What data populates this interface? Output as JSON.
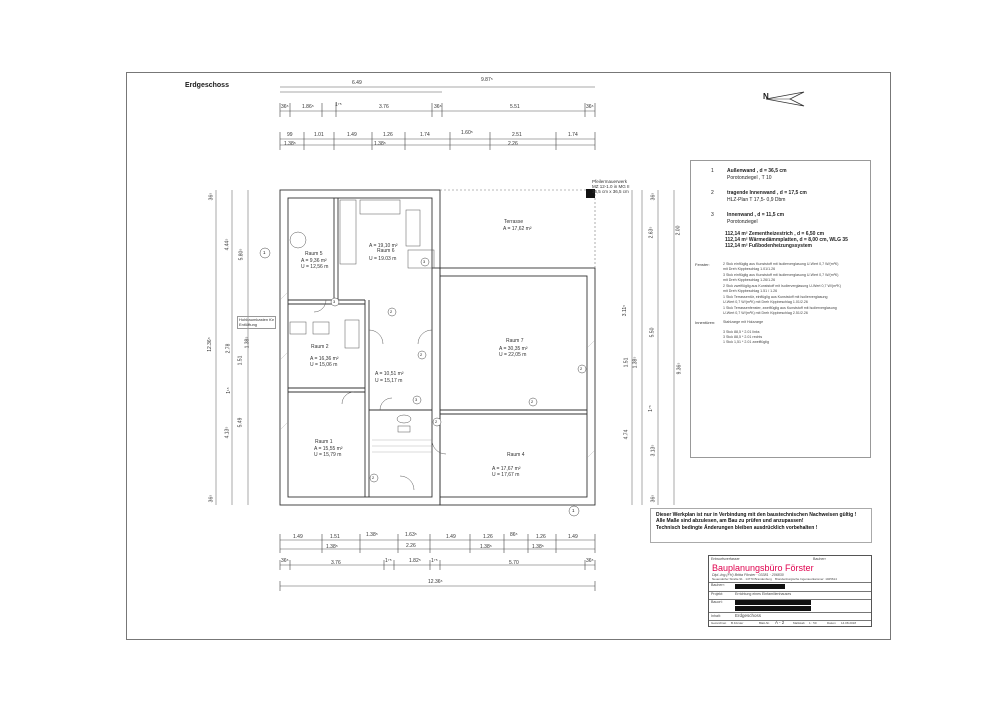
{
  "drawing": {
    "title": "Erdgeschoss",
    "north_symbol": "N"
  },
  "dimensions": {
    "top_total_1": "6.49",
    "top_total_2": "9.87⁵",
    "top_row2": [
      "36⁵",
      "1.86⁵",
      "1⁷⁵",
      "3.76",
      "36⁵",
      "5.51",
      "36⁵"
    ],
    "top_row3": [
      "99",
      "1.01",
      "1.49",
      "1.26",
      "1.74",
      "1.60⁵",
      "2.51",
      "1.74"
    ],
    "top_row4": [
      "1.38⁵",
      "1.38⁵",
      "2.26"
    ],
    "bottom_row1": [
      "1.49",
      "1.51",
      "1.38⁵",
      "1.63⁵",
      "1.49",
      "1.26",
      "86⁵",
      "1.26",
      "1.49"
    ],
    "bottom_row1b": [
      "1.38⁵",
      "2.26",
      "1.38⁵",
      "1.38⁵"
    ],
    "bottom_row2": [
      "36⁵",
      "3.76",
      "1⁷⁵",
      "1.82⁵",
      "1⁷⁵",
      "5.70",
      "36⁵"
    ],
    "bottom_total": "12.36⁵",
    "left_outer": [
      "36⁵",
      "4.44⁵",
      "5.80⁵",
      "12.36⁵",
      "2.78",
      "1.38⁵",
      "1.51",
      "1¹⁵",
      "4.13⁵",
      "5.49",
      "36⁵"
    ],
    "right_outer": [
      "36⁵",
      "2.63⁵",
      "2.00",
      "3.11⁵",
      "5.50",
      "9.36⁵",
      "1.51",
      "1.38⁵",
      "1⁷⁵",
      "4.74",
      "3.13⁵",
      "36⁵"
    ]
  },
  "labels": {
    "pfeiler": "Pfeilermauerwerk\nMZ 12-1.0 in MG II\n36,5 cm x 36,5 cm",
    "hwr_note": "Hohlraumkasten für\nEntlüftung",
    "room_6": "Raum 6",
    "room_6_area": "A = 19,10 m²",
    "room_6_u": "U = 19.03 m",
    "room_5": "Raum 5",
    "room_5_area": "A = 9,36 m²",
    "room_5_u": "U = 12,56 m",
    "terrasse": "Terrasse",
    "terrasse_area": "A = 17,62 m²",
    "room_7": "Raum 7",
    "room_7_area": "A = 30,35 m²",
    "room_7_u": "U = 22,05 m",
    "room_2": "Raum 2",
    "room_2_area": "A = 16,36 m²",
    "room_2_u": "U = 15,06 m",
    "room_3_area": "A = 10,51 m²",
    "room_3_u": "U = 15,17 m",
    "room_1": "Raum 1",
    "room_1_area": "A = 15,55 m²",
    "room_1_u": "U = 15,79 m",
    "room_4": "Raum 4",
    "room_4_area": "A = 17,67 m²",
    "room_4_u": "U = 17,67 m",
    "circle_1": "1",
    "circle_2": "2",
    "circle_3": "3"
  },
  "legend": {
    "w1_num": "1",
    "w1_title": "Außenwand , d = 36,5 cm",
    "w1_sub": "Porotonziegel , T 10",
    "w2_num": "2",
    "w2_title": "tragende Innenwand , d = 17,5 cm",
    "w2_sub": "HLZ-Plan T 17,5- 0,9 Dbm",
    "w3_num": "3",
    "w3_title": "Innenwand , d = 11,5 cm",
    "w3_sub": "Porotonziegel",
    "floor1": "112,14 m²  Zementheizestrich  , d = 6,50 cm",
    "floor2": "112,14 m²  Wärmedämmplatten, d = 8,00 cm, WLG 35",
    "floor3": "112,14 m²  Fußbodenheizungssystem",
    "fenster_label": "Fenster:",
    "fenster_lines": [
      "2 Stck  einflüglig aus Kunststoff mit Isolierverglasung U-Wert 0,7 W/(m²K)",
      "          mit Dreh Kippbeschlag 1.01/1.26",
      "3 Stck  einflüglig aus Kunststoff mit Isolierverglasung U-Wert 0,7 W/(m²K)",
      "          mit Dreh Kippbeschlag 1.26/1.26",
      "2 Stck  zweiflüglig aus Kunststoff mit Isolierverglasung U-Wert 0,7 W/(m²K)",
      "          mit Dreh Kippbeschlag 1.51 / 1.26",
      "1 Stck  Terrassentür, einflüglig aus Kunststoff mit Isolierverglasung",
      "          U-Wert 0,7 W/(m²K) mit Dreh Kippbeschlag 1.01/2.26",
      "1 Stck  Terrassenfenster, zweiflüglig aus Kunststoff mit Isolierverglasung",
      "          U-Wert 0,7 W/(m²K) mit Dreh Kippbeschlag 2.51/2.26"
    ],
    "innen_label": "Innentüren:",
    "innen_lines": [
      "   Stahlzarge mit Holzzarge",
      "3 Stck  88,5 * 2.01 links",
      "3 Stck  88,5 * 2.01 rechts",
      "1 Stck  1,51 * 2.01 zweiflüglig"
    ]
  },
  "notice": {
    "line1": "Dieser Werkplan ist nur in Verbindung mit den baustechnischen Nachweisen gültig !",
    "line2": "Alle Maße sind abzulesen, am Bau zu prüfen und anzupassen!",
    "line3": "Technisch bedingte Änderungen bleiben ausdrücklich vorbehalten !"
  },
  "stamp": {
    "top_left": "Entwurfsverfasser",
    "top_right": "Bauherr",
    "brand": "Bauplanungsbüro Förster",
    "person": "Dipl.-Ing.(FH) Britta Förster  · 03381 · 206830",
    "address": "Neuendorfer Straße 91 · 14770 Brandenburg",
    "address2": "Brandenburgische Ingenieurkammer: 1025614",
    "bauherr_label": "Bauherr:",
    "projekt_label": "Projekt:",
    "projekt": "Errichtung eines Einfamilienhauses",
    "bauort_label": "Bauort:",
    "inhalt_label": "Inhalt:",
    "inhalt": "Erdgeschoss",
    "gezeichnet_label": "Gezeichnet",
    "gezeichnet": "B.Förster",
    "blatt_label": "Blatt-Nr.",
    "blatt": "A - 2",
    "massstab_label": "Maßstab",
    "massstab": "1 : 50",
    "datum_label": "Datum",
    "datum": "14.08.2018"
  }
}
